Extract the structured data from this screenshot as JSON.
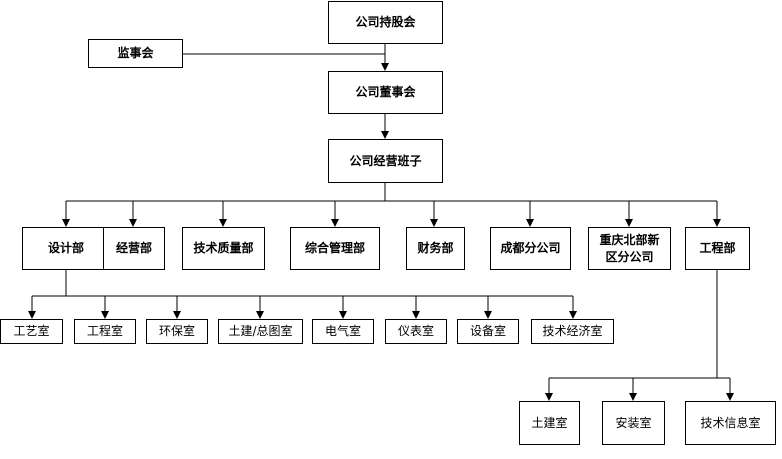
{
  "shareholders": "公司持股会",
  "supervisors": "监事会",
  "board": "公司董事会",
  "management": "公司经营班子",
  "departments": [
    "设计部",
    "经营部",
    "技术质量部",
    "综合管理部",
    "财务部",
    "成都分公司",
    "重庆北部新区分公司",
    "工程部"
  ],
  "design_rooms": [
    "工艺室",
    "工程室",
    "环保室",
    "土建/总图室",
    "电气室",
    "仪表室",
    "设备室",
    "技术经济室"
  ],
  "engineering_rooms": [
    "土建室",
    "安装室",
    "技术信息室"
  ]
}
